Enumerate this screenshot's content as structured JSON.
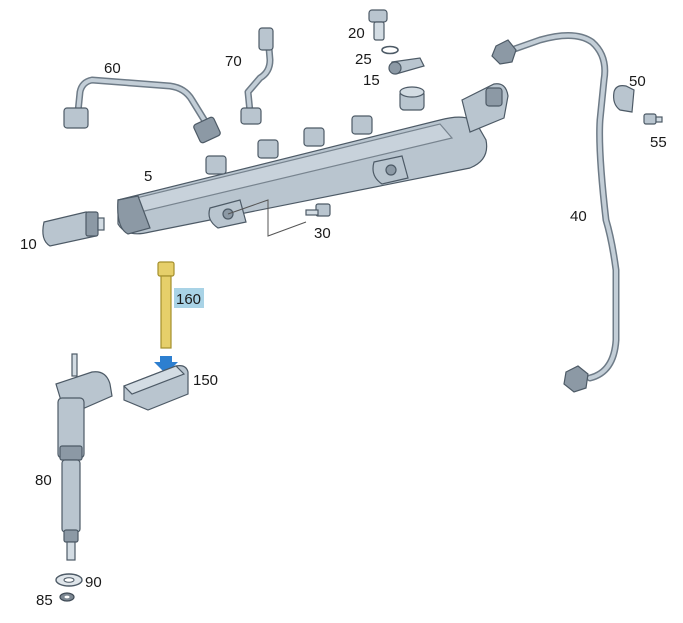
{
  "diagram": {
    "callouts": [
      {
        "id": "c5",
        "label": "5"
      },
      {
        "id": "c10",
        "label": "10"
      },
      {
        "id": "c15",
        "label": "15"
      },
      {
        "id": "c20",
        "label": "20"
      },
      {
        "id": "c25",
        "label": "25"
      },
      {
        "id": "c30",
        "label": "30"
      },
      {
        "id": "c40",
        "label": "40"
      },
      {
        "id": "c50",
        "label": "50"
      },
      {
        "id": "c55",
        "label": "55"
      },
      {
        "id": "c60",
        "label": "60"
      },
      {
        "id": "c70",
        "label": "70"
      },
      {
        "id": "c80",
        "label": "80"
      },
      {
        "id": "c85",
        "label": "85"
      },
      {
        "id": "c90",
        "label": "90"
      },
      {
        "id": "c150",
        "label": "150"
      },
      {
        "id": "c160",
        "label": "160"
      }
    ],
    "highlighted_callout": "160",
    "colors": {
      "part": "#b9c5cf",
      "highlight_part": "#e6cf6a",
      "highlight_label_bg": "#a9d3e6",
      "arrow": "#2d7fd0"
    }
  }
}
